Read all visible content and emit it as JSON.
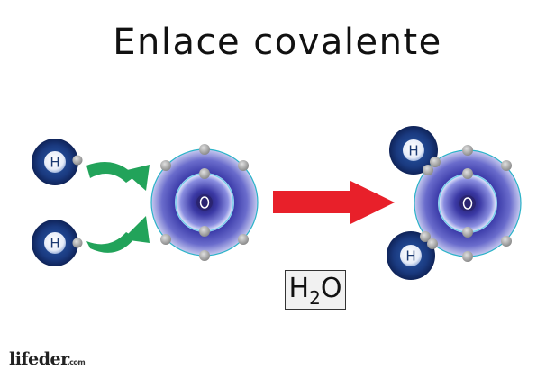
{
  "title": "Enlace covalente",
  "atoms": {
    "hydrogen_symbol": "H",
    "oxygen_symbol": "O"
  },
  "formula": {
    "main_1": "H",
    "subscript": "2",
    "main_2": "O"
  },
  "logo": {
    "name": "lifeder",
    "suffix": ".com"
  },
  "colors": {
    "reaction_arrow": "#e8202a",
    "approach_arrows": "#22a35a",
    "hydrogen_dark": "#16306a",
    "oxygen_shell": "#5a5fc8",
    "orbit_line": "#2bb3c8",
    "electron": "#9a9a9a"
  }
}
